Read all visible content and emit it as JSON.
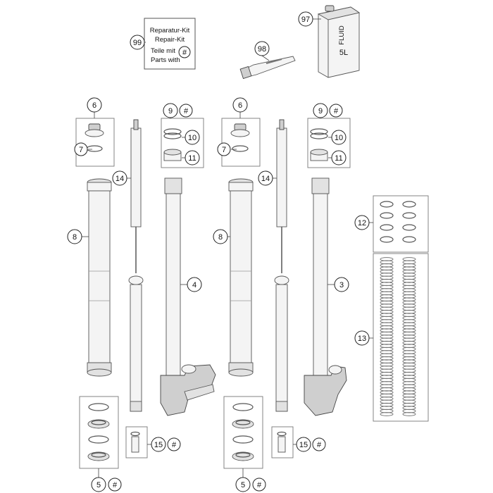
{
  "kit_box": {
    "line1": "Reparatur-Kit",
    "line2": "Repair-Kit",
    "line3": "Teile mit",
    "line4": "Parts with",
    "symbol": "#"
  },
  "can_label": {
    "line1": "FLUID",
    "line2": "5L"
  },
  "callouts": {
    "c99": "99",
    "c97": "97",
    "c98": "98",
    "c6a": "6",
    "c7a": "7",
    "c9a": "9",
    "c9a_hash": "#",
    "c10a": "10",
    "c11a": "11",
    "c14a": "14",
    "c8a": "8",
    "c4": "4",
    "c15a": "15",
    "c15a_hash": "#",
    "c5a": "5",
    "c5a_hash": "#",
    "c6b": "6",
    "c7b": "7",
    "c9b": "9",
    "c9b_hash": "#",
    "c10b": "10",
    "c11b": "11",
    "c14b": "14",
    "c8b": "8",
    "c3": "3",
    "c15b": "15",
    "c15b_hash": "#",
    "c5b": "5",
    "c5b_hash": "#",
    "c12": "12",
    "c13": "13"
  }
}
